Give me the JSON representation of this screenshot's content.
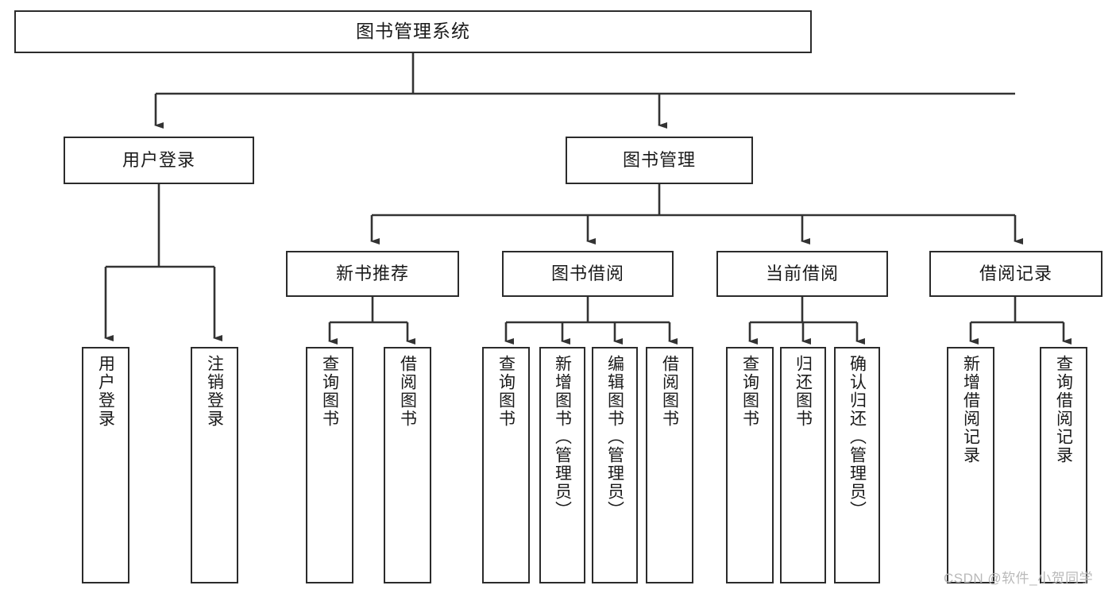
{
  "diagram": {
    "type": "tree-hierarchy-chart",
    "title": "图书管理系统",
    "colors": {
      "box_border": "#2b2b2b",
      "box_fill": "#ffffff",
      "line": "#333333",
      "text": "#1a1a1a",
      "watermark": "#b9b9b9",
      "background": "#ffffff"
    },
    "root": {
      "label": "图书管理系统"
    },
    "level2": [
      {
        "label": "用户登录"
      },
      {
        "label": "图书管理"
      }
    ],
    "level3": [
      {
        "label": "新书推荐"
      },
      {
        "label": "图书借阅"
      },
      {
        "label": "当前借阅"
      },
      {
        "label": "借阅记录"
      }
    ],
    "leaves": {
      "user_login": [
        {
          "label": "用户登录"
        },
        {
          "label": "注销登录"
        }
      ],
      "new_book_recommend": [
        {
          "label": "查询图书"
        },
        {
          "label": "借阅图书"
        }
      ],
      "book_borrow": [
        {
          "label": "查询图书"
        },
        {
          "label": "新增图书（管理员）"
        },
        {
          "label": "编辑图书（管理员）"
        },
        {
          "label": "借阅图书"
        }
      ],
      "current_borrow": [
        {
          "label": "查询图书"
        },
        {
          "label": "归还图书"
        },
        {
          "label": "确认归还（管理员）"
        }
      ],
      "borrow_records": [
        {
          "label": "新增借阅记录"
        },
        {
          "label": "查询借阅记录"
        }
      ]
    },
    "watermark": "CSDN @软件_小贺同学"
  }
}
